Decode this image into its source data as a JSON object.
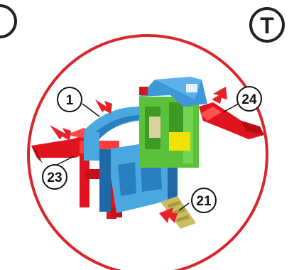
{
  "badge": {
    "letter": "T"
  },
  "callouts": [
    {
      "id": "part-1",
      "number": "1"
    },
    {
      "id": "part-24",
      "number": "24"
    },
    {
      "id": "part-23",
      "number": "23"
    },
    {
      "id": "part-21",
      "number": "21"
    }
  ],
  "colors": {
    "frame_ring": "#d9262c",
    "arrow": "#e8202a",
    "blue": "#4aa7e0",
    "blue_dark": "#2a7fc0",
    "red": "#e0141e",
    "green": "#5cc13a",
    "yellow": "#f2e200",
    "roof": "#3e98d8",
    "slide_khaki": "#c9bd63"
  },
  "icons": [
    "assembly-arrow-icon",
    "callout-leader-line"
  ]
}
